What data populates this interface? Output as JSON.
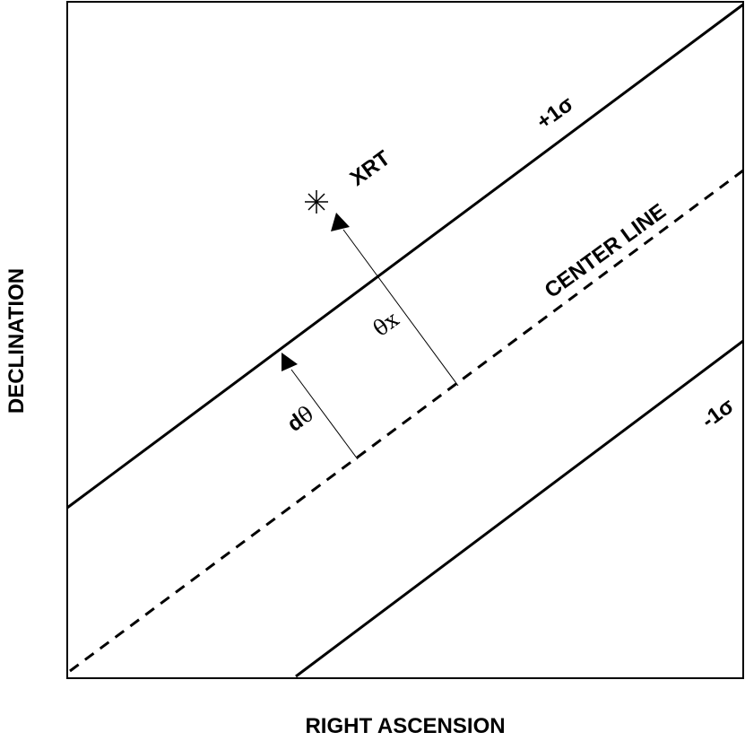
{
  "diagram": {
    "x_axis_label": "RIGHT ASCENSION",
    "y_axis_label": "DECLINATION",
    "upper_line_label": "+1σ",
    "lower_line_label": "-1σ",
    "center_line_label": "CENTER LINE",
    "source_label": "XRT",
    "source_marker_icon": "asterisk-icon",
    "offset_label_d_prefix": "d",
    "offset_label_d_symbol": "θ",
    "offset_label_x_symbol": "θ",
    "offset_label_x_subscript": "x"
  }
}
